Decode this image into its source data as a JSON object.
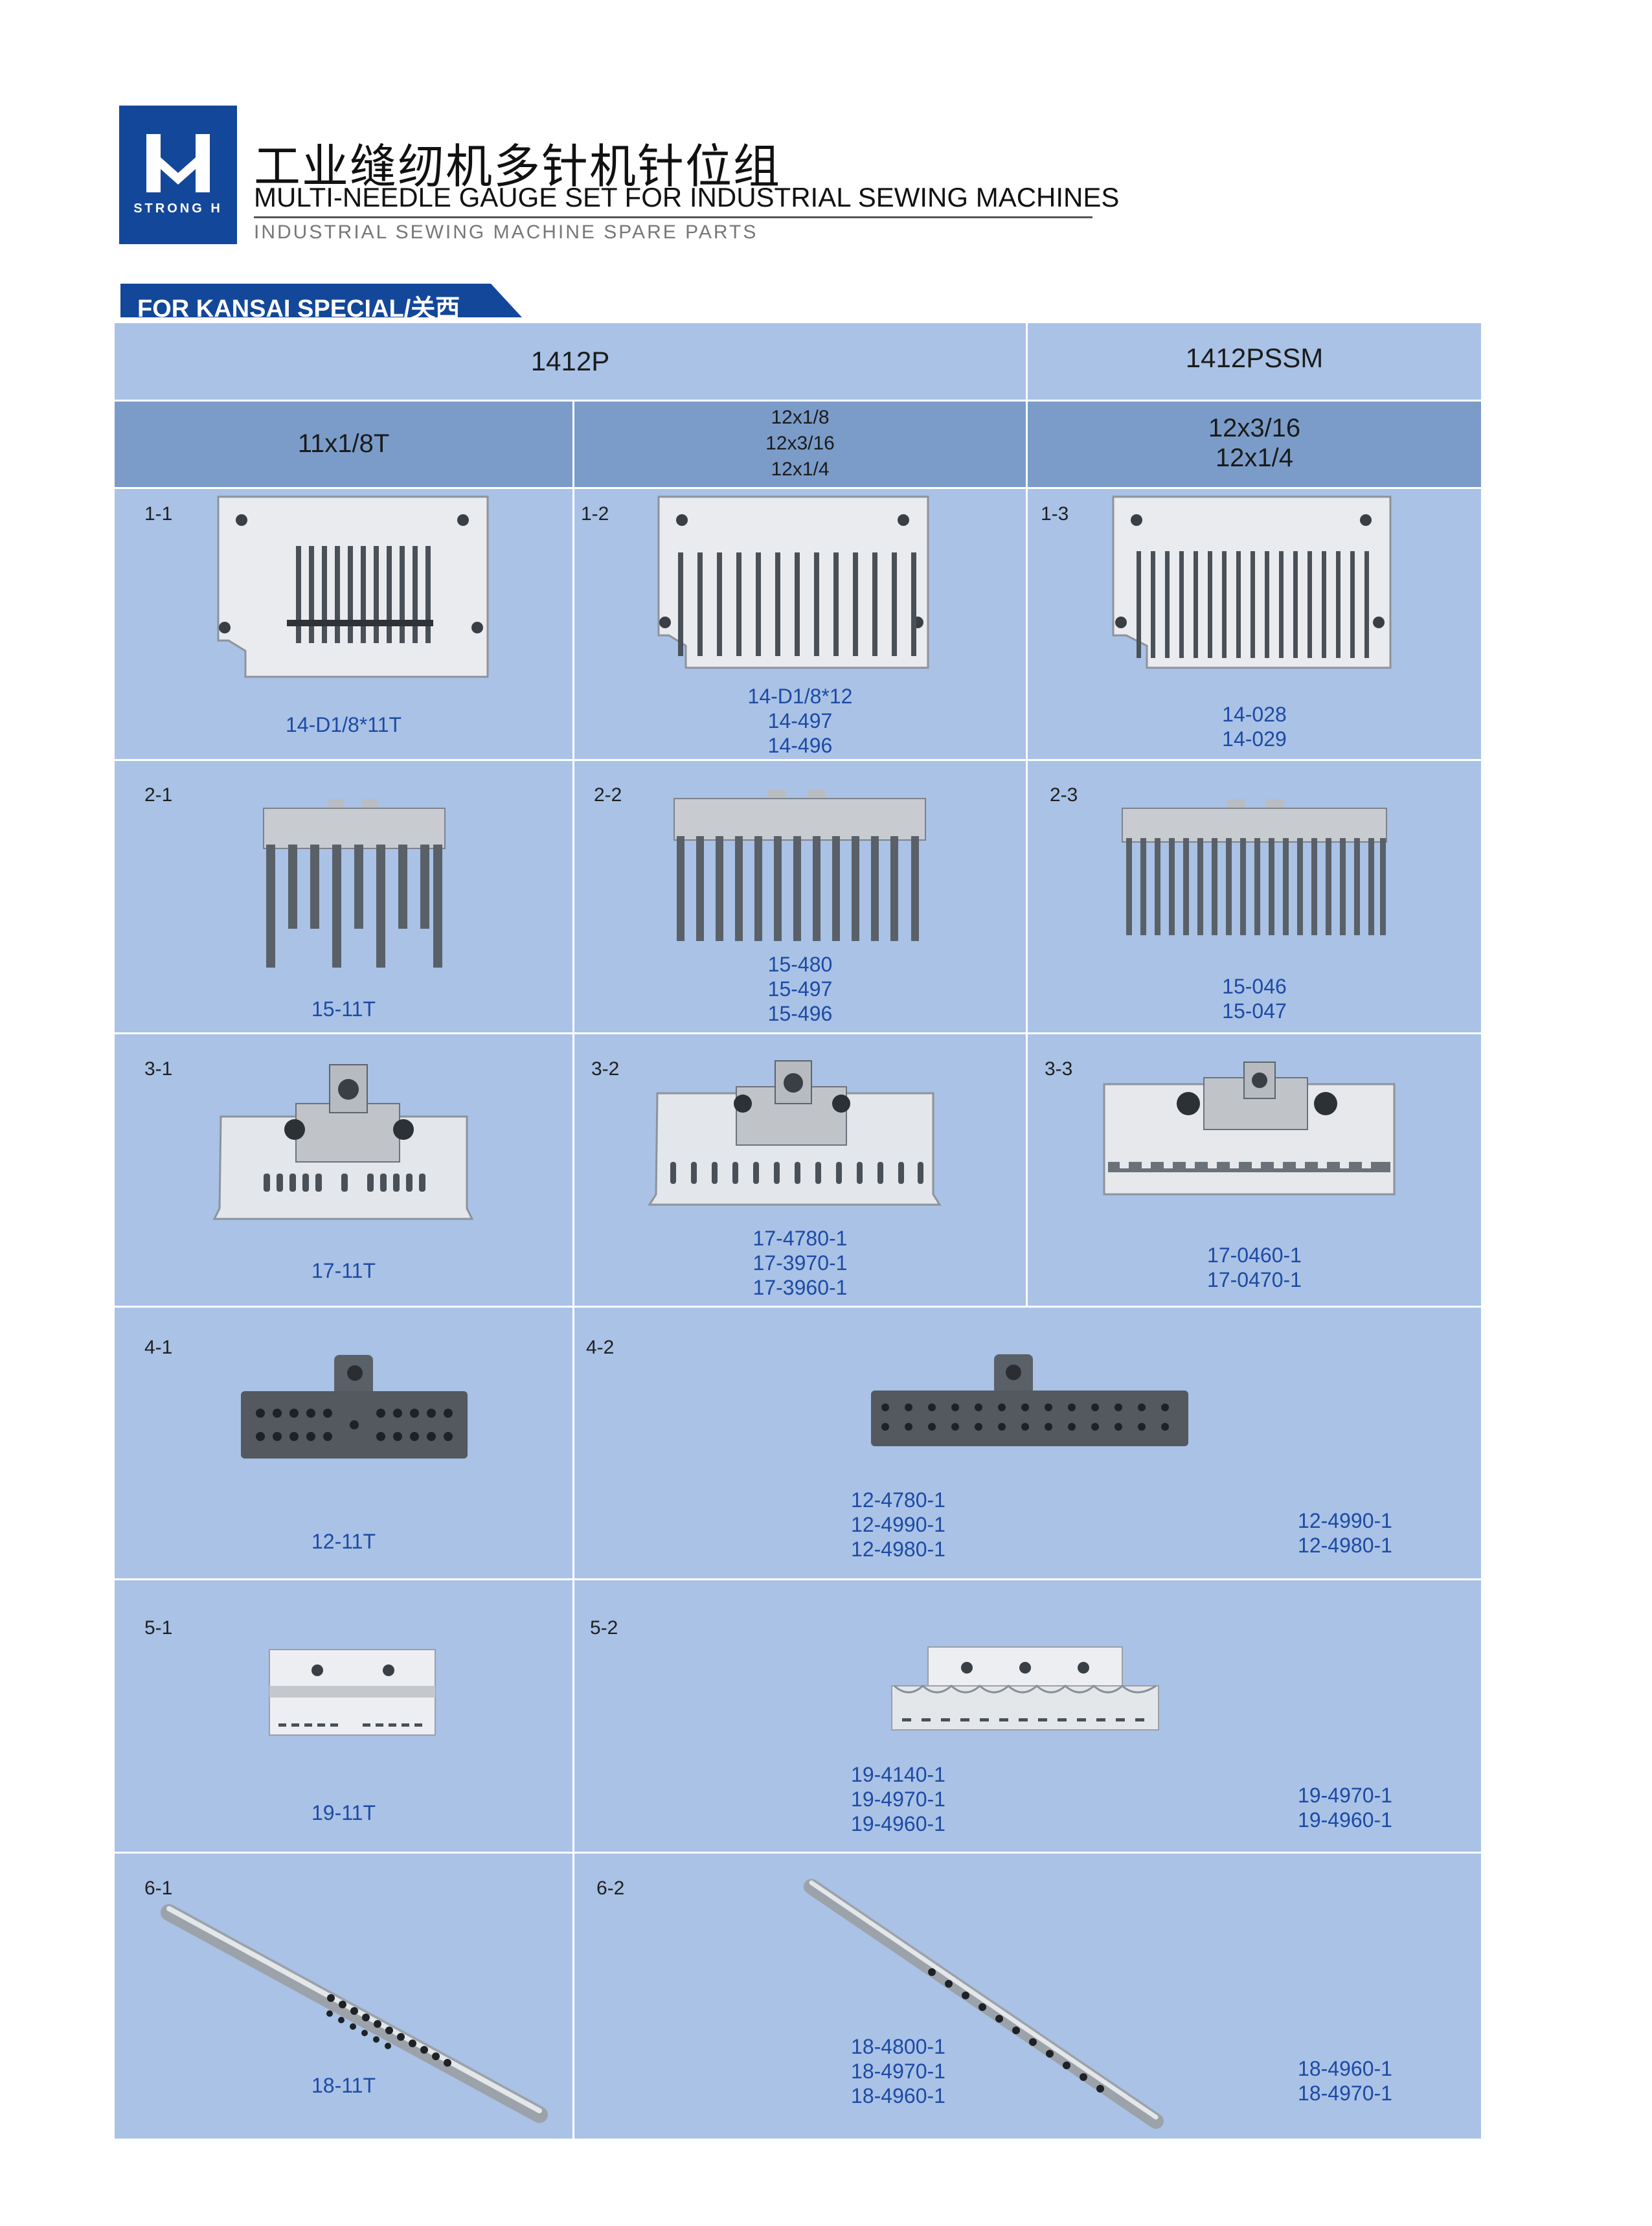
{
  "header": {
    "brand": "STRONG H",
    "title_cn": "工业缝纫机多针机针位组",
    "title_en": "MULTI-NEEDLE GAUGE SET FOR INDUSTRIAL SEWING MACHINES",
    "subtitle": "INDUSTRIAL SEWING MACHINE SPARE PARTS",
    "section": "FOR KANSAI SPECIAL/关西"
  },
  "colors": {
    "brand_blue": "#13479a",
    "table_bg": "#a9c2e6",
    "band_bg": "#7b9cc9",
    "code_blue": "#1d4aa3"
  },
  "table": {
    "models": [
      "1412P",
      "1412PSSM"
    ],
    "gauges": {
      "col1": "11x1/8T",
      "col2": [
        "12x1/8",
        "12x3/16",
        "12x1/4"
      ],
      "col3": [
        "12x3/16",
        "12x1/4"
      ]
    },
    "cells": {
      "c11": {
        "num": "1-1",
        "codes": [
          "14-D1/8*11T"
        ],
        "icon": "throat-plate-icon"
      },
      "c12": {
        "num": "1-2",
        "codes": [
          "14-D1/8*12",
          "14-497",
          "14-496"
        ],
        "icon": "throat-plate-icon"
      },
      "c13": {
        "num": "1-3",
        "codes": [
          "14-028",
          "14-029"
        ],
        "icon": "throat-plate-icon"
      },
      "c21": {
        "num": "2-1",
        "codes": [
          "15-11T"
        ],
        "icon": "feed-dog-icon"
      },
      "c22": {
        "num": "2-2",
        "codes": [
          "15-480",
          "15-497",
          "15-496"
        ],
        "icon": "feed-dog-icon"
      },
      "c23": {
        "num": "2-3",
        "codes": [
          "15-046",
          "15-047"
        ],
        "icon": "feed-dog-icon"
      },
      "c31": {
        "num": "3-1",
        "codes": [
          "17-11T"
        ],
        "icon": "presser-foot-icon"
      },
      "c32": {
        "num": "3-2",
        "codes": [
          "17-4780-1",
          "17-3970-1",
          "17-3960-1"
        ],
        "icon": "presser-foot-icon"
      },
      "c33": {
        "num": "3-3",
        "codes": [
          "17-0460-1",
          "17-0470-1"
        ],
        "icon": "presser-foot-icon"
      },
      "c41": {
        "num": "4-1",
        "codes": [
          "12-11T"
        ],
        "icon": "needle-clamp-icon"
      },
      "c42": {
        "num": "4-2",
        "codes_a": [
          "12-4780-1",
          "12-4990-1",
          "12-4980-1"
        ],
        "codes_b": [
          "12-4990-1",
          "12-4980-1"
        ],
        "icon": "needle-clamp-icon"
      },
      "c51": {
        "num": "5-1",
        "codes": [
          "19-11T"
        ],
        "icon": "needle-guard-icon"
      },
      "c52": {
        "num": "5-2",
        "codes_a": [
          "19-4140-1",
          "19-4970-1",
          "19-4960-1"
        ],
        "codes_b": [
          "19-4970-1",
          "19-4960-1"
        ],
        "icon": "needle-guard-icon"
      },
      "c61": {
        "num": "6-1",
        "codes": [
          "18-11T"
        ],
        "icon": "looper-bar-icon"
      },
      "c62": {
        "num": "6-2",
        "codes_a": [
          "18-4800-1",
          "18-4970-1",
          "18-4960-1"
        ],
        "codes_b": [
          "18-4960-1",
          "18-4970-1"
        ],
        "icon": "looper-bar-icon"
      }
    }
  }
}
